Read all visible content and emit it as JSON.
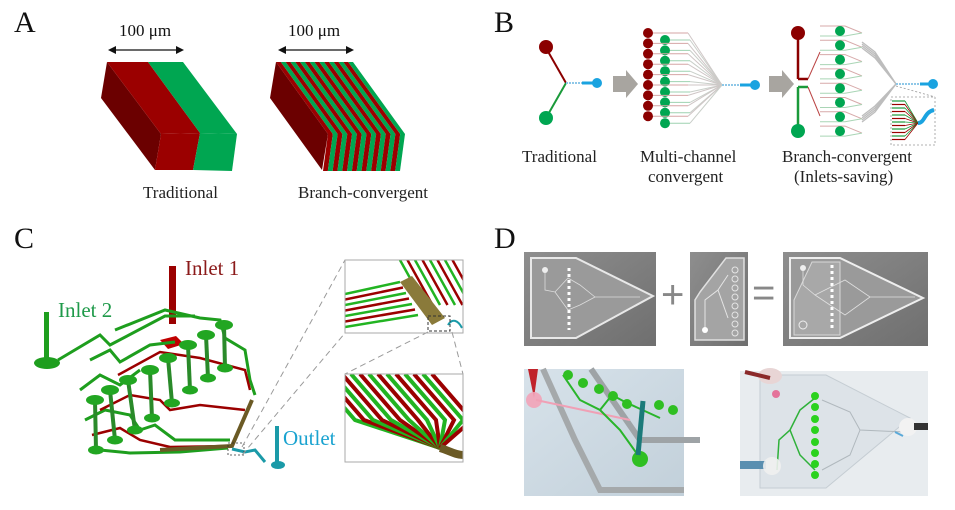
{
  "panels": {
    "A": {
      "letter": "A",
      "scale_label_left": "100 μm",
      "scale_label_right": "100 μm",
      "caption_left": "Traditional",
      "caption_right": "Branch-convergent"
    },
    "B": {
      "letter": "B",
      "caption_1": "Traditional",
      "caption_2_line1": "Multi-channel",
      "caption_2_line2": "convergent",
      "caption_3_line1": "Branch-convergent",
      "caption_3_line2": "(Inlets-saving)"
    },
    "C": {
      "letter": "C",
      "inlet1_label": "Inlet 1",
      "inlet2_label": "Inlet 2",
      "outlet_label": "Outlet"
    },
    "D": {
      "letter": "D",
      "plus_symbol": "+",
      "equals_symbol": "="
    }
  },
  "colors": {
    "red": "#9b0000",
    "dark_red": "#6b0000",
    "green": "#00a651",
    "bright_green": "#1fae2a",
    "blue": "#1aa3e0",
    "teal": "#1b9aa8",
    "gray_arrow": "#a8a5a0",
    "inlet1_text": "#8b1a1a",
    "inlet2_text": "#1f9a4a",
    "outlet_text": "#1aa3d0"
  }
}
